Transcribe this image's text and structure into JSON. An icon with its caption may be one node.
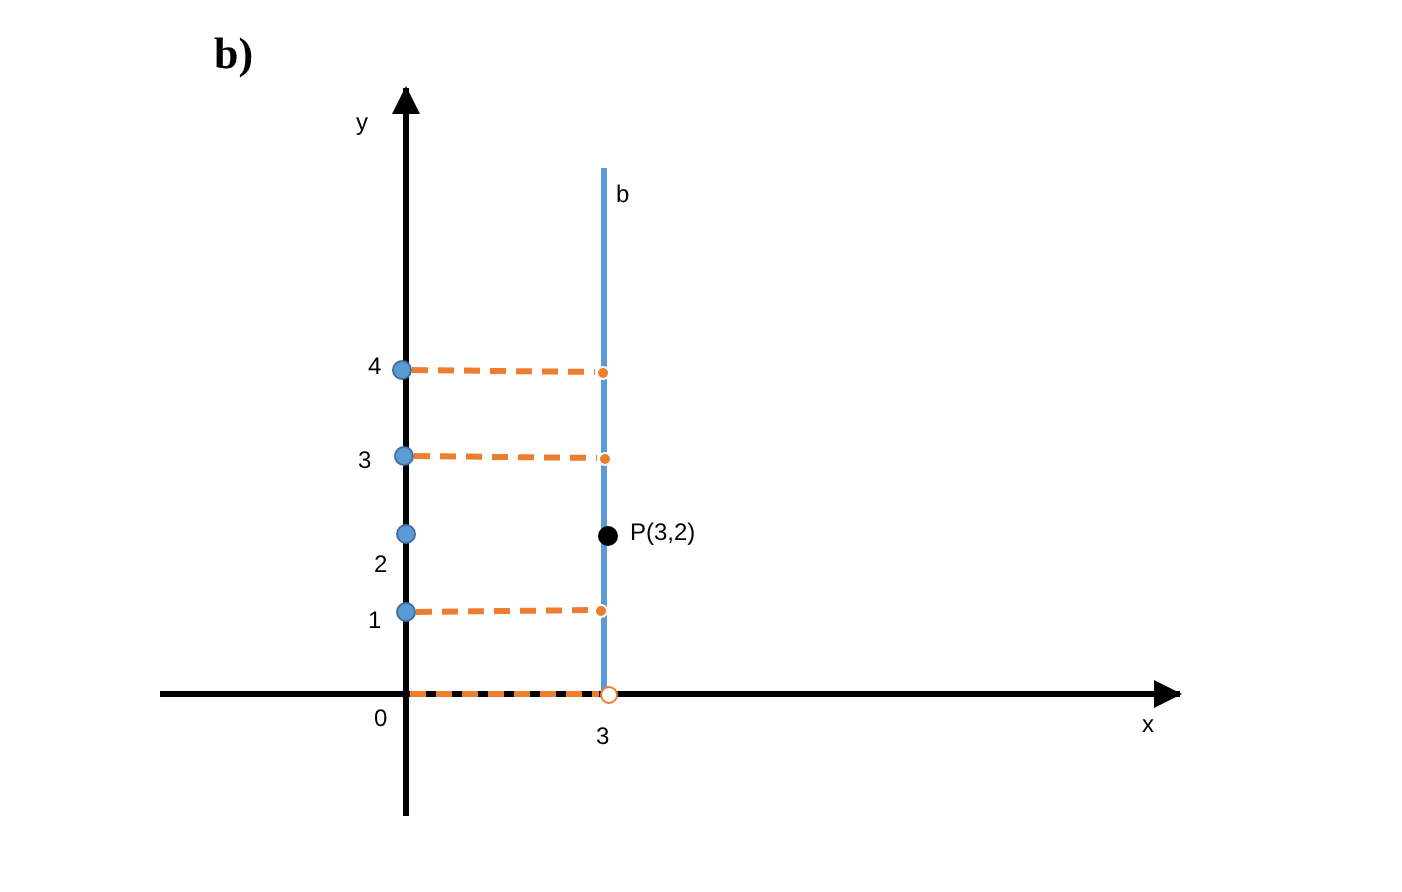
{
  "diagram": {
    "title": "b)",
    "nodes": [
      {
        "text": [],
        "shape": "circle"
      },
      {
        "text": [],
        "shape": "circle"
      },
      {
        "text": [],
        "shape": "circle"
      },
      {
        "text": [],
        "shape": "circle"
      },
      {
        "text": [],
        "shape": "circle"
      },
      {
        "text": [],
        "shape": "circle"
      },
      {
        "text": [],
        "shape": "circle"
      },
      {
        "text": [],
        "shape": "circle"
      },
      {
        "text": [],
        "shape": "circle",
        "beside": [
          "P(3,2)"
        ]
      }
    ],
    "edges": [
      {
        "from": 0,
        "to": 4,
        "arrow": "none",
        "style": "dashed",
        "color": "#ed7d31"
      },
      {
        "from": 1,
        "to": 5,
        "arrow": "none",
        "style": "dashed",
        "color": "#ed7d31"
      },
      {
        "from": 3,
        "to": 6,
        "arrow": "none",
        "style": "dashed",
        "color": "#ed7d31"
      },
      {
        "from": null,
        "to": 7,
        "arrow": "none",
        "style": "dashed",
        "color": "#ed7d31"
      }
    ],
    "labels": [
      "y",
      "b",
      "4",
      "3",
      "2",
      "1",
      "0",
      "3",
      "x"
    ]
  }
}
